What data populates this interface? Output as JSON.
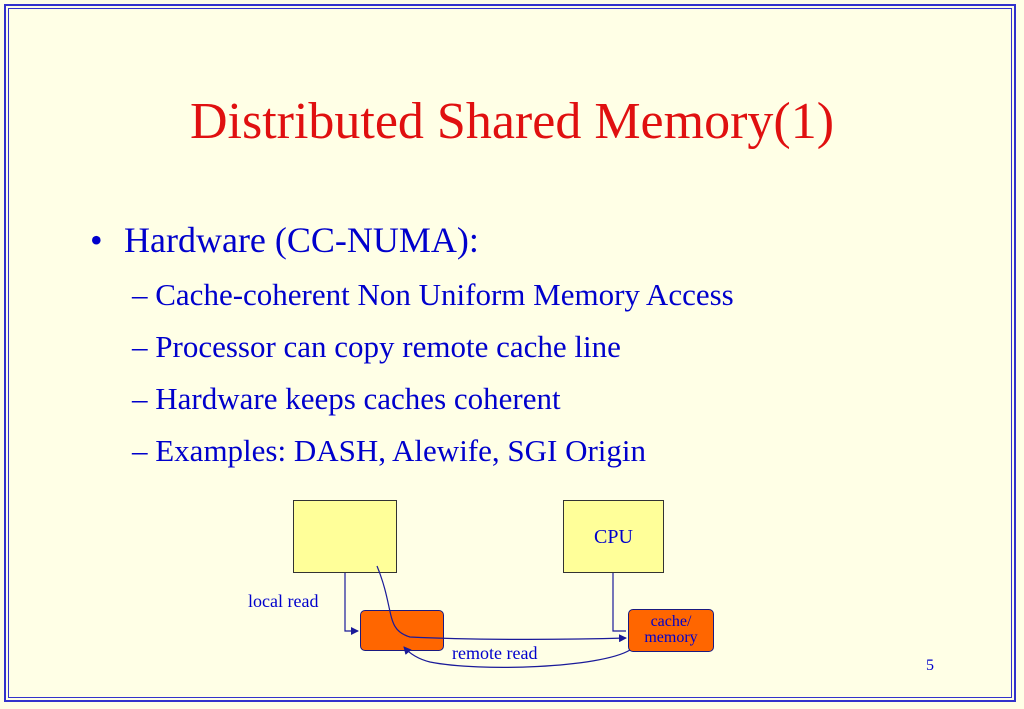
{
  "slide": {
    "title": "Distributed Shared Memory(1)",
    "bullet": {
      "symbol": "•",
      "text": "Hardware (CC-NUMA):"
    },
    "sub_items": [
      "– Cache-coherent Non Uniform Memory Access",
      "– Processor can copy remote cache line",
      "– Hardware keeps caches coherent",
      "– Examples: DASH, Alewife, SGI Origin"
    ],
    "page_number": "5"
  },
  "diagram": {
    "cpu_label": "CPU",
    "cache_line1": "cache/",
    "cache_line2": "memory",
    "local_read_label": "local read",
    "remote_read_label": "remote read"
  },
  "colors": {
    "background": "#FFFFE6",
    "title": "#e01010",
    "text": "#0000cc",
    "box_fill": "#FFFF99",
    "cache_fill": "#FF6600",
    "frame": "#3333cc"
  }
}
